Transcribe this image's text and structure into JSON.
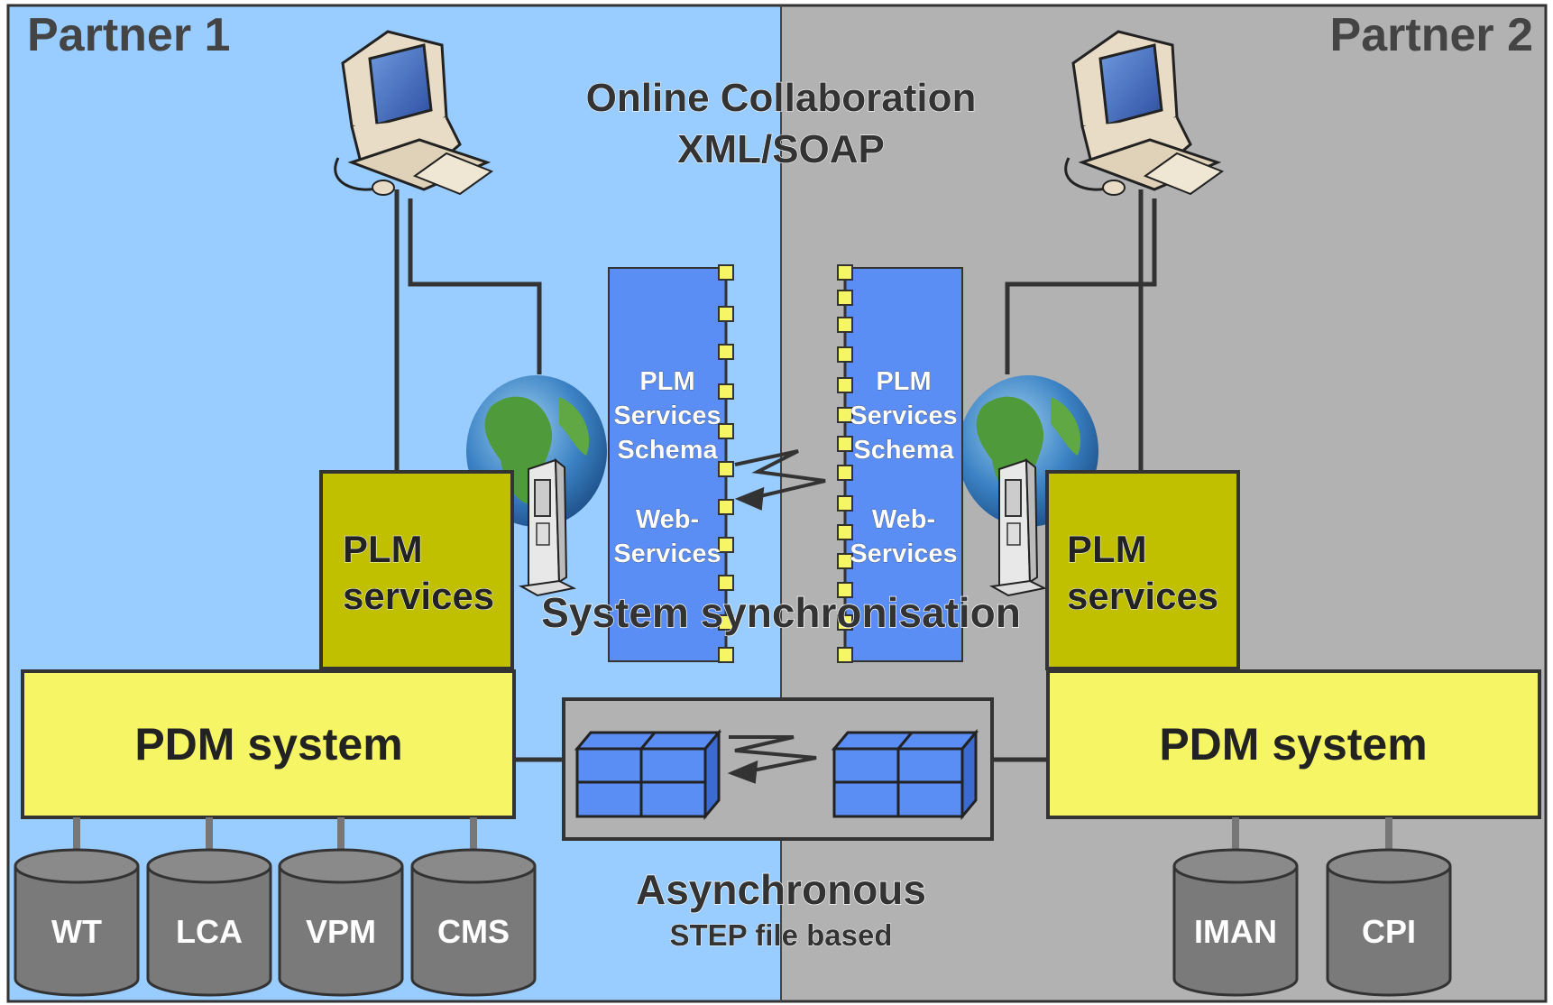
{
  "partners": {
    "left": {
      "title": "Partner 1",
      "bg": "#99ccff"
    },
    "right": {
      "title": "Partner 2",
      "bg": "#b2b2b2"
    }
  },
  "online": {
    "line1": "Online Collaboration",
    "line2": "XML/SOAP"
  },
  "schema_left": {
    "l1": "PLM",
    "l2": "Services",
    "l3": "Schema",
    "l4": "Web-",
    "l5": "Services"
  },
  "schema_right": {
    "l1": "PLM",
    "l2": "Services",
    "l3": "Schema",
    "l4": "Web-",
    "l5": "Services"
  },
  "plm_left": {
    "l1": "PLM",
    "l2": "services"
  },
  "plm_right": {
    "l1": "PLM",
    "l2": "services"
  },
  "sync_label": "System synchronisation",
  "pdm_left": "PDM system",
  "pdm_right": "PDM system",
  "async": {
    "line1": "Asynchronous",
    "line2": "STEP file based"
  },
  "db_left": [
    "WT",
    "LCA",
    "VPM",
    "CMS"
  ],
  "db_right": [
    "IMAN",
    "CPI"
  ],
  "colors": {
    "plm_box": "#c0c000",
    "pdm_box": "#f5f566",
    "schema_panel": "#5b8ef5",
    "connector": "#f5f566",
    "database": "#7a7a7a",
    "outline": "#333333"
  },
  "icons": [
    "computer-icon",
    "globe-icon",
    "server-icon",
    "file-package-icon",
    "database-icon",
    "exchange-arrow-icon"
  ]
}
